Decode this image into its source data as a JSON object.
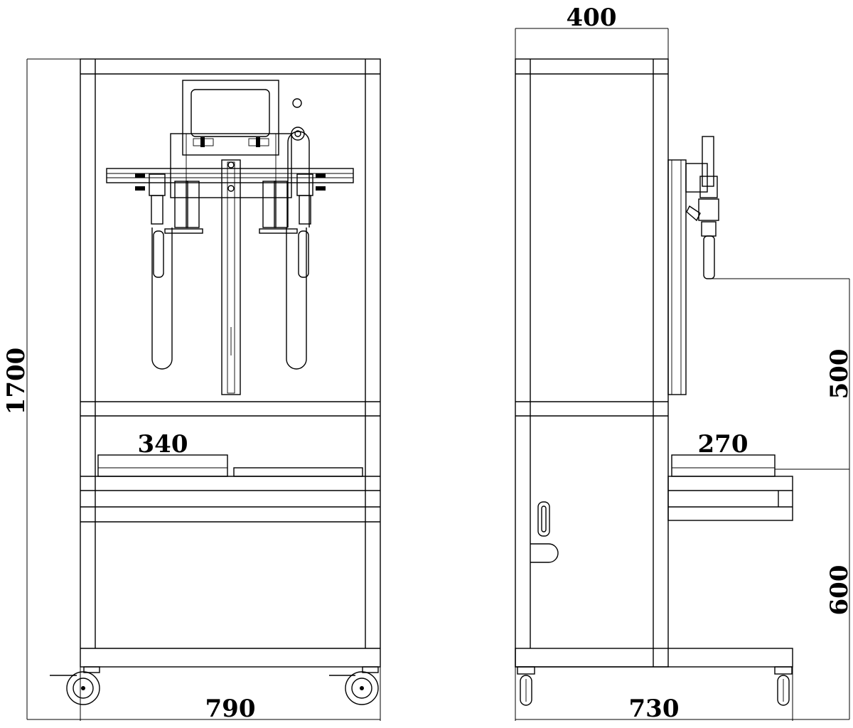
{
  "drawing": {
    "front_view": {
      "height_label": "1700",
      "width_label": "790",
      "tray_label": "340"
    },
    "side_view": {
      "top_label": "400",
      "width_label": "730",
      "tray_label": "270",
      "upper_height_label": "500",
      "lower_height_label": "600"
    }
  }
}
